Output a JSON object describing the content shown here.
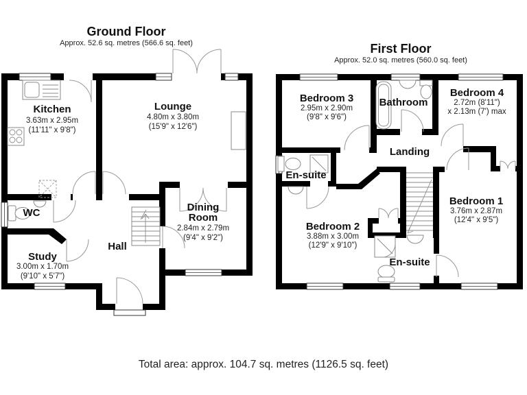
{
  "ground_floor": {
    "title": "Ground Floor",
    "subtitle": "Approx. 52.6 sq. metres (566.6 sq. feet)",
    "rooms": {
      "kitchen": {
        "name": "Kitchen",
        "dim_metric": "3.63m x 2.95m",
        "dim_imperial": "(11'11\" x 9'8\")"
      },
      "lounge": {
        "name": "Lounge",
        "dim_metric": "4.80m x 3.80m",
        "dim_imperial": "(15'9\" x 12'6\")"
      },
      "dining": {
        "name_line1": "Dining",
        "name_line2": "Room",
        "dim_metric": "2.84m x 2.79m",
        "dim_imperial": "(9'4\" x 9'2\")"
      },
      "wc": {
        "name": "WC"
      },
      "study": {
        "name": "Study",
        "dim_metric": "3.00m x 1.70m",
        "dim_imperial": "(9'10\" x 5'7\")"
      },
      "hall": {
        "name": "Hall"
      }
    }
  },
  "first_floor": {
    "title": "First Floor",
    "subtitle": "Approx. 52.0 sq. metres (560.0 sq. feet)",
    "rooms": {
      "bedroom3": {
        "name": "Bedroom 3",
        "dim_metric": "2.95m x 2.90m",
        "dim_imperial": "(9'8\" x 9'6\")"
      },
      "bathroom": {
        "name": "Bathroom"
      },
      "bedroom4": {
        "name": "Bedroom 4",
        "dim_line1": "2.72m (8'11\")",
        "dim_line2": "x 2.13m (7') max"
      },
      "landing": {
        "name": "Landing"
      },
      "ensuite_left": {
        "name": "En-suite"
      },
      "bedroom2": {
        "name": "Bedroom 2",
        "dim_metric": "3.88m x 3.00m",
        "dim_imperial": "(12'9\" x 9'10\")"
      },
      "ensuite_bottom": {
        "name": "En-suite"
      },
      "bedroom1": {
        "name": "Bedroom 1",
        "dim_metric": "3.76m x 2.87m",
        "dim_imperial": "(12'4\" x 9'5\")"
      }
    }
  },
  "footer": {
    "total_area": "Total area: approx. 104.7 sq. metres (1126.5 sq. feet)"
  }
}
